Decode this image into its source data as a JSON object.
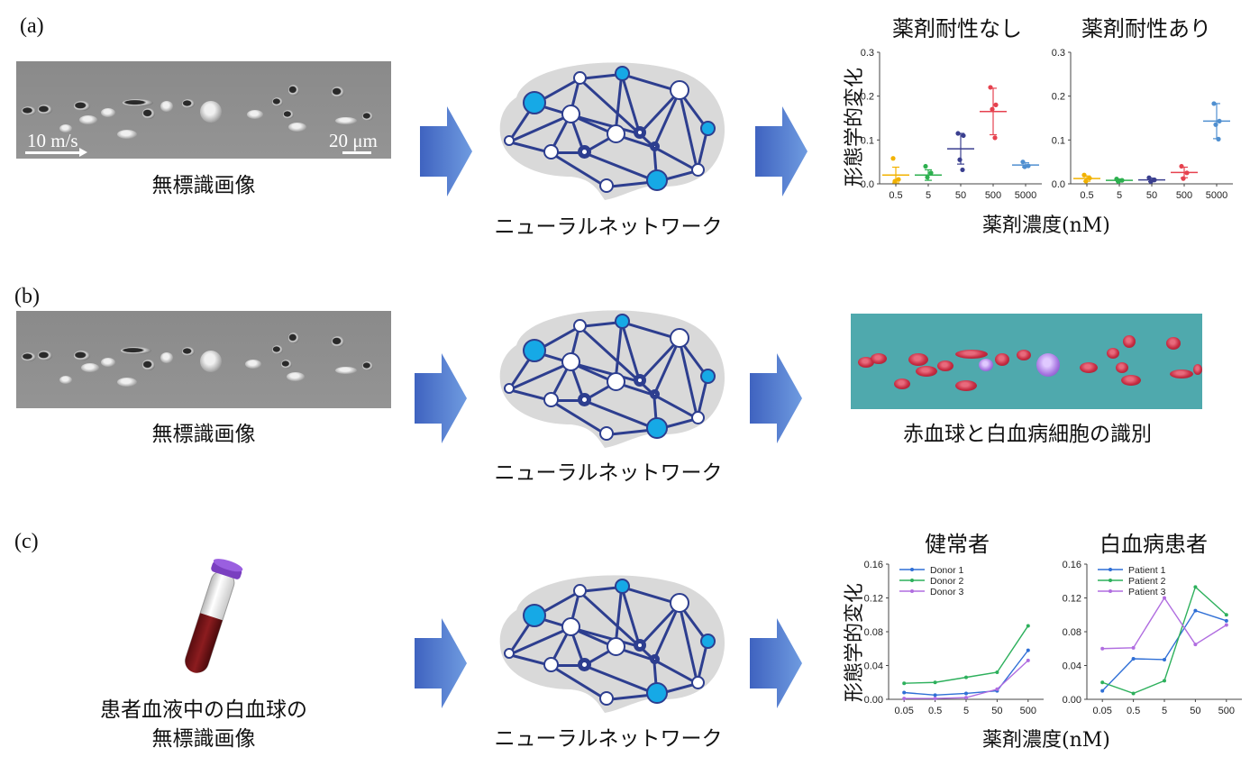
{
  "panels": {
    "a": {
      "label": "(a)",
      "image_caption": "無標識画像",
      "speed_label": "10 m/s",
      "scale_label": "20 μm",
      "network_caption": "ニューラルネットワーク",
      "chart_titles": [
        "薬剤耐性なし",
        "薬剤耐性あり"
      ],
      "y_axis_title": "形態学的変化",
      "x_axis_title": "薬剤濃度(nM)"
    },
    "b": {
      "label": "(b)",
      "image_caption": "無標識画像",
      "network_caption": "ニューラルネットワーク",
      "result_caption": "赤血球と白血病細胞の識別"
    },
    "c": {
      "label": "(c)",
      "image_caption_line1": "患者血液中の白血球の",
      "image_caption_line2": "無標識画像",
      "network_caption": "ニューラルネットワーク",
      "chart_titles": [
        "健常者",
        "白血病患者"
      ],
      "y_axis_title": "形態学的変化",
      "x_axis_title": "薬剤濃度(nM)"
    }
  },
  "colors": {
    "arrow": "#4a72c8",
    "node_fill": "#16a9e6",
    "node_stroke": "#2d3e8f",
    "brain": "#d9d9d9",
    "teal_bg": "#4fa9ad"
  },
  "chart_data": [
    {
      "type": "scatter",
      "title": "薬剤耐性なし",
      "categories": [
        "0.5",
        "5",
        "50",
        "500",
        "5000"
      ],
      "ylim": [
        0,
        0.3
      ],
      "yticks": [
        "0.0",
        "0.1",
        "0.2",
        "0.3"
      ],
      "colors": [
        "#f2b200",
        "#2db04f",
        "#3a3f8f",
        "#e6424f",
        "#4f8fd0"
      ],
      "means": [
        0.02,
        0.02,
        0.08,
        0.165,
        0.043
      ],
      "errors": [
        0.018,
        0.012,
        0.035,
        0.053,
        0.005
      ],
      "points": [
        [
          0.058,
          0.01,
          0.006
        ],
        [
          0.04,
          0.025,
          0.015
        ],
        [
          0.115,
          0.11,
          0.055,
          0.032
        ],
        [
          0.22,
          0.18,
          0.17,
          0.105
        ],
        [
          0.05,
          0.041,
          0.039
        ]
      ]
    },
    {
      "type": "scatter",
      "title": "薬剤耐性あり",
      "categories": [
        "0.5",
        "5",
        "50",
        "500",
        "5000"
      ],
      "ylim": [
        0,
        0.3
      ],
      "yticks": [
        "0.0",
        "0.1",
        "0.2",
        "0.3"
      ],
      "colors": [
        "#f2b200",
        "#2db04f",
        "#3a3f8f",
        "#e6424f",
        "#4f8fd0"
      ],
      "means": [
        0.012,
        0.008,
        0.009,
        0.026,
        0.143
      ],
      "errors": [
        0.006,
        0.003,
        0.004,
        0.012,
        0.04
      ],
      "points": [
        [
          0.02,
          0.013,
          0.006
        ],
        [
          0.011,
          0.008,
          0.005
        ],
        [
          0.014,
          0.009,
          0.005
        ],
        [
          0.04,
          0.025,
          0.012
        ],
        [
          0.183,
          0.143,
          0.135,
          0.102
        ]
      ]
    },
    {
      "type": "line",
      "title": "健常者",
      "x": [
        "0.05",
        "0.5",
        "5",
        "50",
        "500"
      ],
      "ylim": [
        0,
        0.16
      ],
      "yticks": [
        "0.00",
        "0.04",
        "0.08",
        "0.12",
        "0.16"
      ],
      "series": [
        {
          "name": "Donor 1",
          "color": "#2f6fd6",
          "values": [
            0.008,
            0.005,
            0.007,
            0.01,
            0.058
          ]
        },
        {
          "name": "Donor 2",
          "color": "#2db05c",
          "values": [
            0.019,
            0.02,
            0.026,
            0.032,
            0.087
          ]
        },
        {
          "name": "Donor 3",
          "color": "#b06de0",
          "values": [
            0.001,
            0.001,
            0.002,
            0.012,
            0.046
          ]
        }
      ]
    },
    {
      "type": "line",
      "title": "白血病患者",
      "x": [
        "0.05",
        "0.5",
        "5",
        "50",
        "500"
      ],
      "ylim": [
        0,
        0.16
      ],
      "yticks": [
        "0.00",
        "0.04",
        "0.08",
        "0.12",
        "0.16"
      ],
      "series": [
        {
          "name": "Patient 1",
          "color": "#2f6fd6",
          "values": [
            0.01,
            0.048,
            0.047,
            0.105,
            0.093
          ]
        },
        {
          "name": "Patient 2",
          "color": "#2db05c",
          "values": [
            0.02,
            0.007,
            0.022,
            0.133,
            0.1
          ]
        },
        {
          "name": "Patient 3",
          "color": "#b06de0",
          "values": [
            0.06,
            0.061,
            0.12,
            0.065,
            0.088
          ]
        }
      ]
    }
  ]
}
